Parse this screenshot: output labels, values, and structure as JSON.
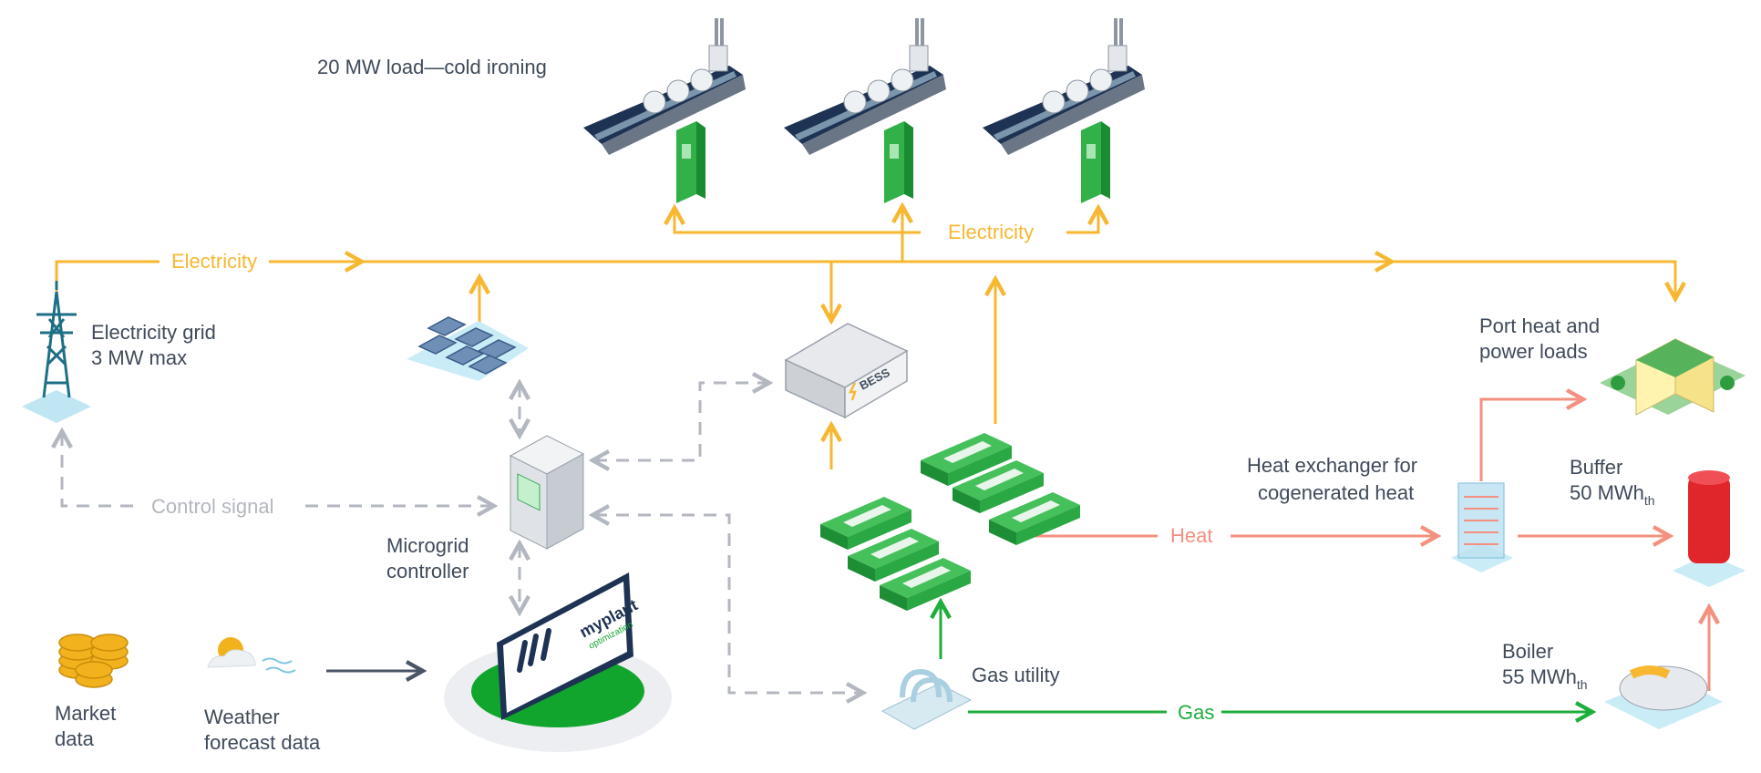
{
  "colors": {
    "electricity": "#f7b731",
    "heat": "#f4907f",
    "gas": "#1fae3c",
    "control": "#b3b7bf",
    "data": "#4a5566",
    "label": "#3f4a5a"
  },
  "labels": {
    "cold_ironing": "20 MW load—cold ironing",
    "grid_line1": "Electricity grid",
    "grid_line2": "3 MW max",
    "port_loads_line1": "Port heat and",
    "port_loads_line2": "power loads",
    "heat_exchanger_line1": "Heat exchanger for",
    "heat_exchanger_line2": "cogenerated heat",
    "buffer_line1": "Buffer",
    "buffer_line2": "50 MWh",
    "buffer_sub": "th",
    "boiler_line1": "Boiler",
    "boiler_line2": "55 MWh",
    "boiler_sub": "th",
    "controller_line1": "Microgrid",
    "controller_line2": "controller",
    "gas_utility": "Gas utility",
    "market_line1": "Market",
    "market_line2": "data",
    "weather_line1": "Weather",
    "weather_line2": "forecast data",
    "bess": "BESS",
    "brand_line1": "myplant",
    "brand_line2": "optimization"
  },
  "flows": {
    "electricity_main": "Electricity",
    "electricity_ships": "Electricity",
    "heat": "Heat",
    "gas": "Gas",
    "control_signal": "Control signal"
  },
  "icons": [
    "transmission-tower-icon",
    "solar-panel-icon",
    "battery-storage-icon",
    "ship-icon",
    "shore-power-charger-icon",
    "controller-cabinet-icon",
    "engine-genset-icon",
    "heat-exchanger-icon",
    "buffer-tank-icon",
    "boiler-icon",
    "building-icon",
    "gas-utility-icon",
    "coin-stack-icon",
    "sun-cloud-icon",
    "monitor-icon"
  ]
}
